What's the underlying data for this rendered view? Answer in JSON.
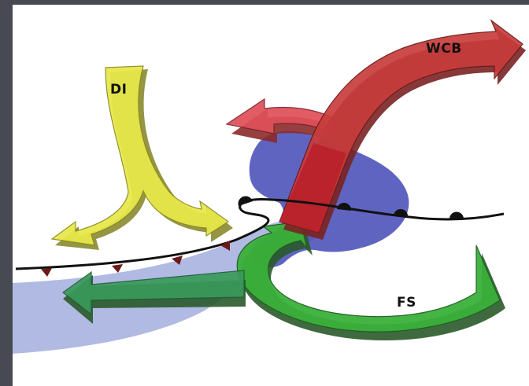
{
  "labels": {
    "di": "DI",
    "wcb": "WCB",
    "fs": "FS"
  },
  "colors": {
    "background": "#474a52",
    "canvas": "#ffffff",
    "di_arrow": "#e8e84a",
    "wcb_arrow": "#c83c3c",
    "red_branch": "#e0505a",
    "fs_arrow": "#3ab03a",
    "blue_region": "#4a4fb8",
    "light_blue_band": "#a9b2df",
    "front_line": "#111111",
    "cold_front_triangles": "#6b1a1a"
  }
}
